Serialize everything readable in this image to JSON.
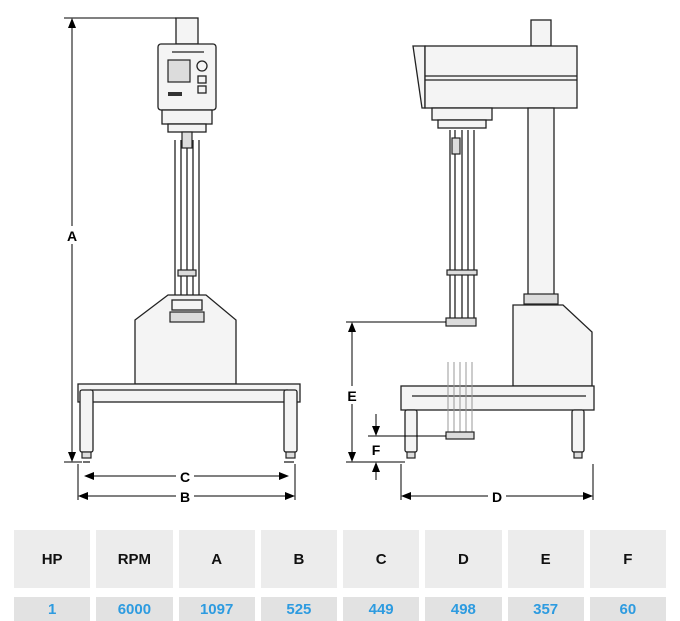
{
  "dimension_labels": {
    "A": "A",
    "B": "B",
    "C": "C",
    "D": "D",
    "E": "E",
    "F": "F"
  },
  "table": {
    "headers": [
      "HP",
      "RPM",
      "A",
      "B",
      "C",
      "D",
      "E",
      "F"
    ],
    "values": [
      "1",
      "6000",
      "1097",
      "525",
      "449",
      "498",
      "357",
      "60"
    ]
  }
}
